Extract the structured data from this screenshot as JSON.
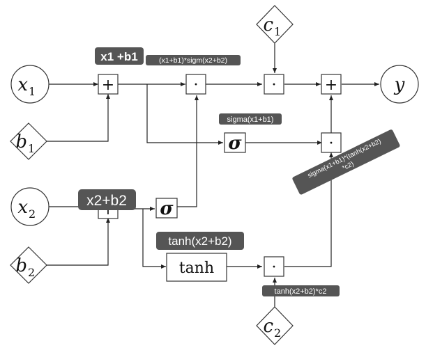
{
  "inputs": {
    "x1": {
      "base": "x",
      "sub": "1"
    },
    "b1": {
      "base": "b",
      "sub": "1"
    },
    "x2": {
      "base": "x",
      "sub": "2"
    },
    "b2": {
      "base": "b",
      "sub": "2"
    },
    "c1": {
      "base": "c",
      "sub": "1"
    },
    "c2": {
      "base": "c",
      "sub": "2"
    },
    "y": {
      "base": "y",
      "sub": ""
    }
  },
  "ops": {
    "plus": "+",
    "dot": "·",
    "sigma": "σ",
    "tanh": "tanh"
  },
  "tags": {
    "x1_b1": "x1 +b1",
    "gate_product": "(x1+b1)*sigm(x2+b2)",
    "sigma_x1": "sigma(x1+b1)",
    "x2_b2": "x2+b2",
    "tanh_x2": "tanh(x2+b2)",
    "sigma_tanh": "sigma(x1+b1)*(tanh(x2+b2)",
    "sigma_tanh_2": "*c2)",
    "tanh_c2": "tanh(x2+b2)*c2"
  }
}
